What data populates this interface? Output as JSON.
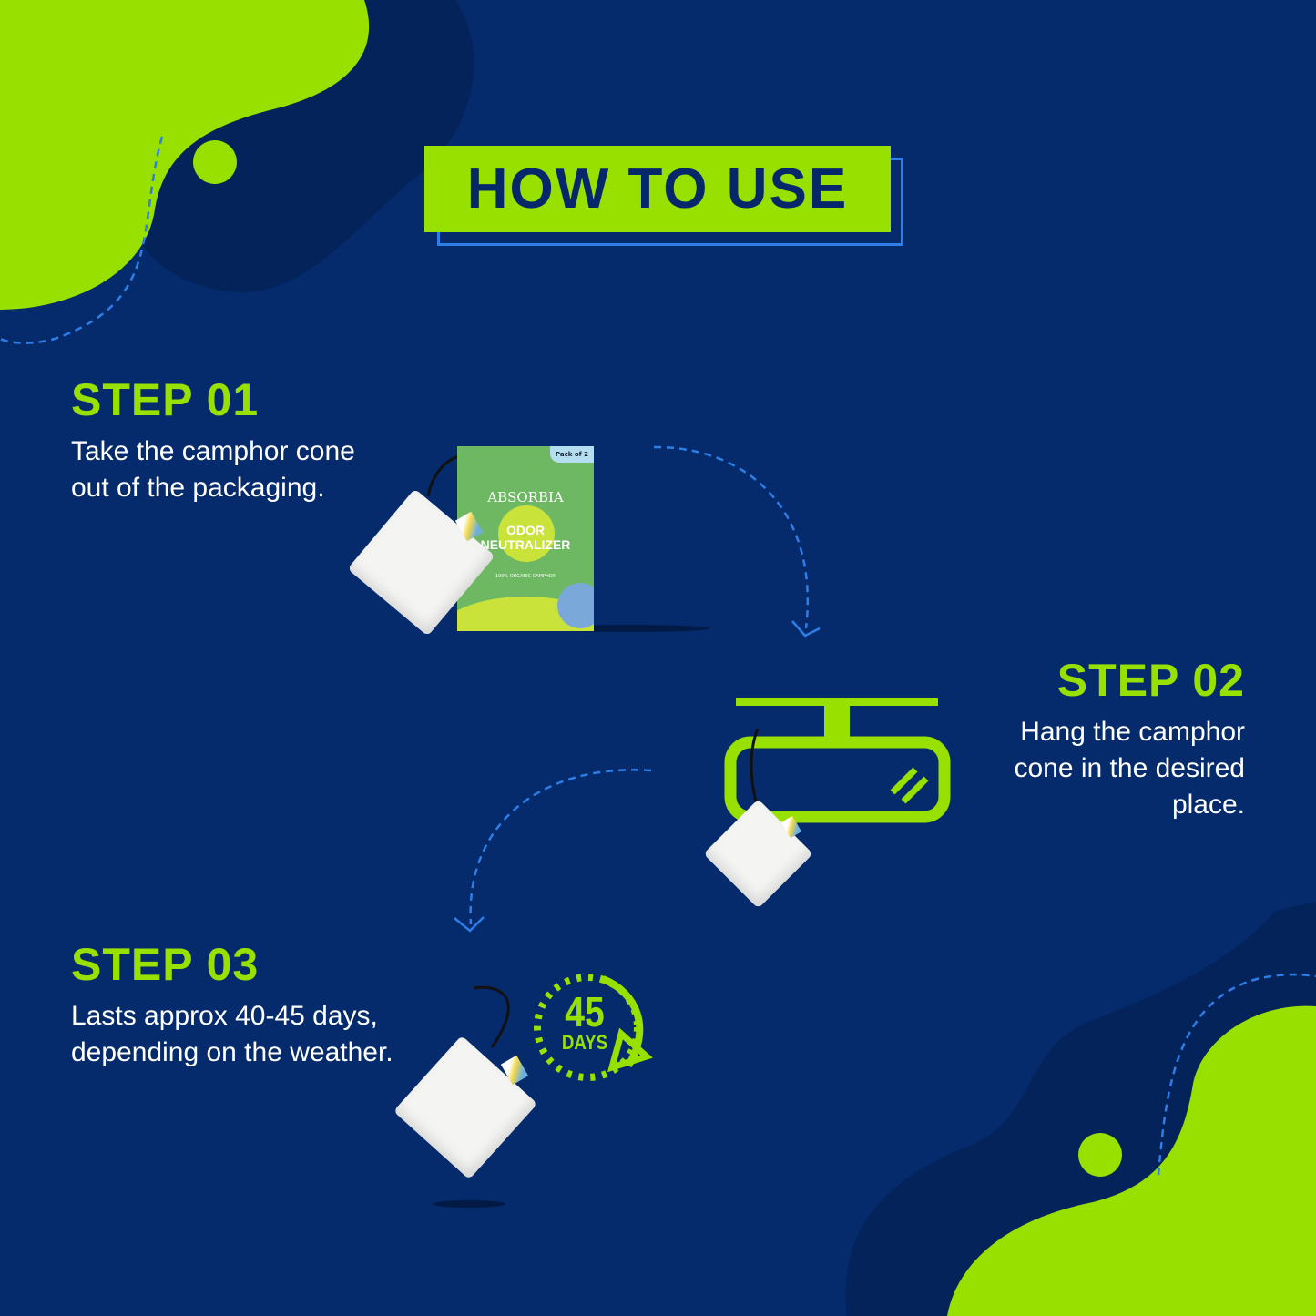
{
  "header": {
    "title": "HOW TO USE"
  },
  "steps": [
    {
      "title": "STEP 01",
      "text": "Take the camphor cone out of the packaging."
    },
    {
      "title": "STEP 02",
      "text": "Hang the camphor cone in the desired place."
    },
    {
      "title": "STEP 03",
      "text": "Lasts approx 40-45 days, depending on the weather."
    }
  ],
  "product_box": {
    "brand": "ABSORBIA",
    "name_line1": "ODOR",
    "name_line2": "NEUTRALIZER",
    "subtitle": "100% ORGANIC CAMPHOR",
    "badge": "Pack of 2"
  },
  "timer_badge": {
    "number": "45",
    "unit": "DAYS"
  },
  "colors": {
    "background": "#052b6c",
    "accent": "#98e000",
    "blob_dark": "#03235a"
  }
}
